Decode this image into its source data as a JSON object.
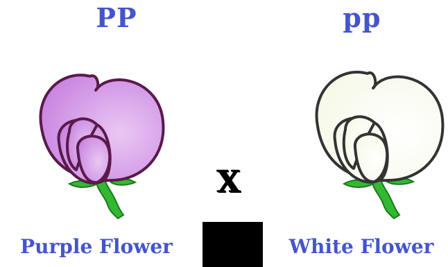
{
  "left": {
    "genotype": "PP",
    "label": "Purple Flower",
    "petal_color": "#c77fe0",
    "petal_highlight": "#e9c8f3",
    "outline_color": "#5a1a4a"
  },
  "right": {
    "genotype": "pp",
    "label": "White Flower",
    "petal_color": "#f6f8e6",
    "petal_highlight": "#ffffff",
    "outline_color": "#333333"
  },
  "cross_symbol": "X",
  "colors": {
    "text": "#4455cc",
    "stem": "#33b833",
    "stem_outline": "#1a7a1a",
    "cross": "#000000"
  }
}
